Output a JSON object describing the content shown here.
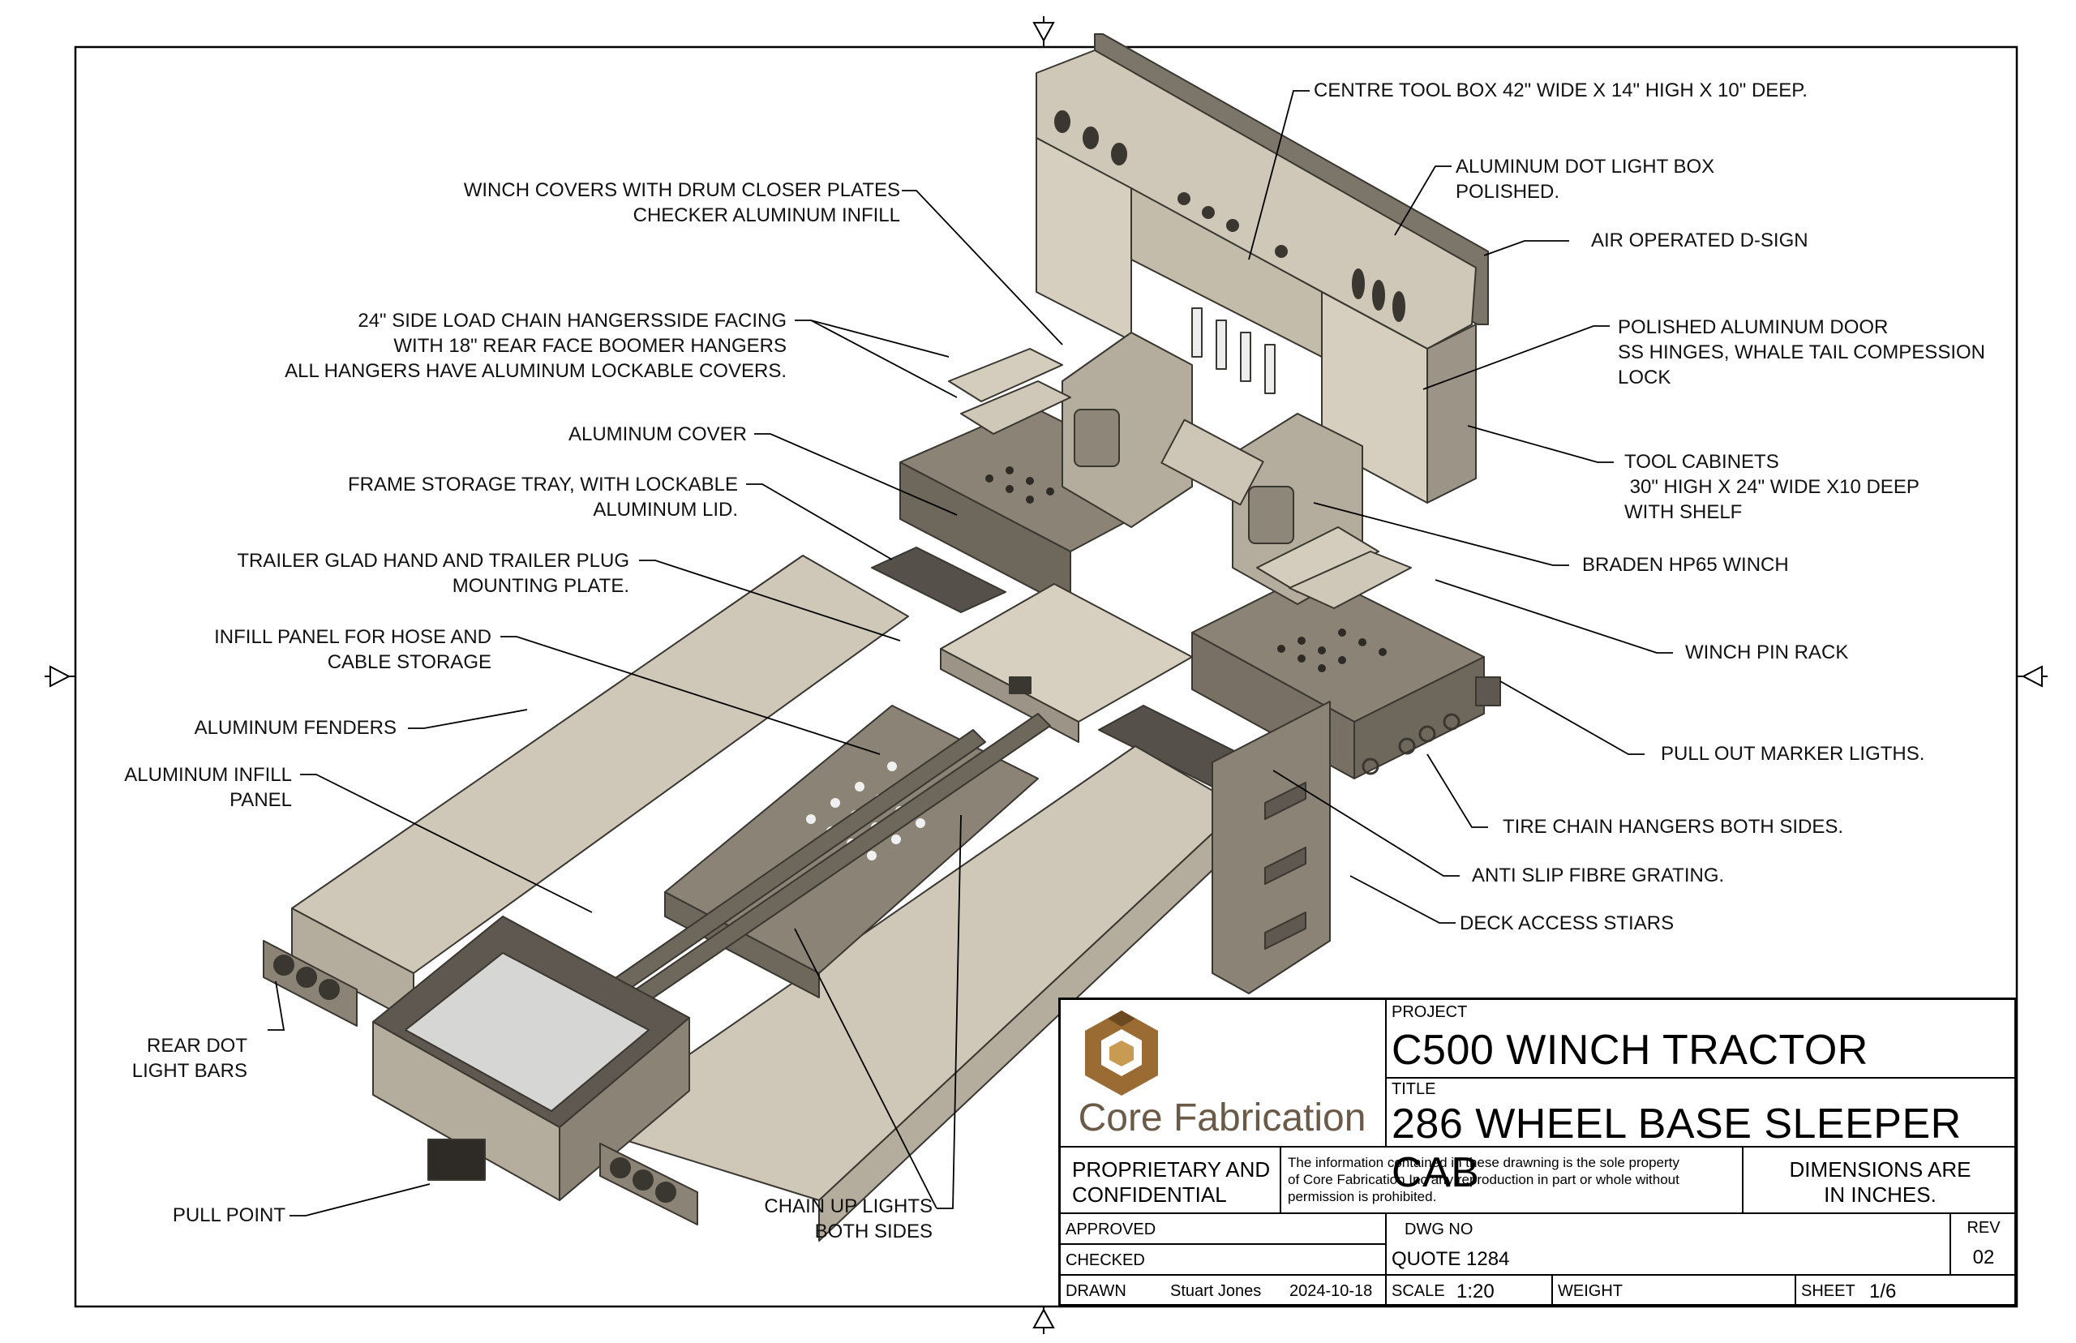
{
  "callouts": {
    "centre_tool_box": "CENTRE TOOL BOX 42\" WIDE X 14\" HIGH X 10\" DEEP.",
    "dot_light_box": "ALUMINUM DOT LIGHT BOX\nPOLISHED.",
    "air_d_sign": "AIR OPERATED D-SIGN",
    "polished_door": "POLISHED ALUMINUM DOOR\nSS HINGES, WHALE TAIL COMPESSION\nLOCK",
    "tool_cabinets": "TOOL CABINETS\n 30\" HIGH X 24\" WIDE X10 DEEP\nWITH SHELF",
    "braden_winch": "BRADEN HP65 WINCH",
    "winch_pin_rack": "WINCH PIN RACK",
    "pull_out_marker": "PULL OUT MARKER LIGTHS.",
    "tire_chain_hangers": "TIRE CHAIN HANGERS BOTH SIDES.",
    "anti_slip": "ANTI SLIP FIBRE GRATING.",
    "deck_access": "DECK ACCESS STIARS",
    "winch_covers": "WINCH COVERS WITH DRUM CLOSER PLATES\nCHECKER ALUMINUM INFILL",
    "side_load_chain": "24\" SIDE LOAD CHAIN HANGERSSIDE FACING\nWITH 18\" REAR FACE BOOMER HANGERS\nALL HANGERS HAVE ALUMINUM LOCKABLE COVERS.",
    "aluminum_cover": "ALUMINUM COVER",
    "frame_storage": "FRAME STORAGE TRAY, WITH LOCKABLE\nALUMINUM LID.",
    "glad_hand": "TRAILER GLAD HAND AND TRAILER PLUG\nMOUNTING PLATE.",
    "infill_hose": "INFILL PANEL FOR HOSE AND\nCABLE STORAGE",
    "fenders": "ALUMINUM FENDERS",
    "infill_panel": "ALUMINUM INFILL\nPANEL",
    "rear_dot": "REAR DOT\nLIGHT BARS",
    "pull_point": "PULL POINT",
    "chain_up": "CHAIN UP LIGHTS\nBOTH SIDES"
  },
  "title_block": {
    "logo_text": "Core Fabrication",
    "project_label": "PROJECT",
    "project": "C500 WINCH TRACTOR",
    "title_label": "TITLE",
    "title": "286 WHEEL BASE SLEEPER CAB",
    "proprietary": "PROPRIETARY AND\nCONFIDENTIAL",
    "notice": "The information contained in these drawning is the sole property\nof Core Fabrication Inc any reproduction in part or whole without\npermission is prohibited.",
    "dimensions_note": "DIMENSIONS ARE\nIN INCHES.",
    "approved_label": "APPROVED",
    "checked_label": "CHECKED",
    "drawn_label": "DRAWN",
    "drawn_by": "Stuart Jones",
    "drawn_date": "2024-10-18",
    "dwg_no_label": "DWG NO",
    "dwg_no": "QUOTE 1284",
    "rev_label": "REV",
    "rev": "02",
    "scale_label": "SCALE",
    "scale": "1:20",
    "weight_label": "WEIGHT",
    "sheet_label": "SHEET",
    "sheet": "1/6"
  },
  "colors": {
    "logo_brown": "#9a6b32",
    "logo_gold": "#c99a52",
    "logo_text": "#6b5a48",
    "metal_light": "#d3ccbd",
    "metal_mid": "#a39a8a",
    "metal_dark": "#5e5850"
  }
}
